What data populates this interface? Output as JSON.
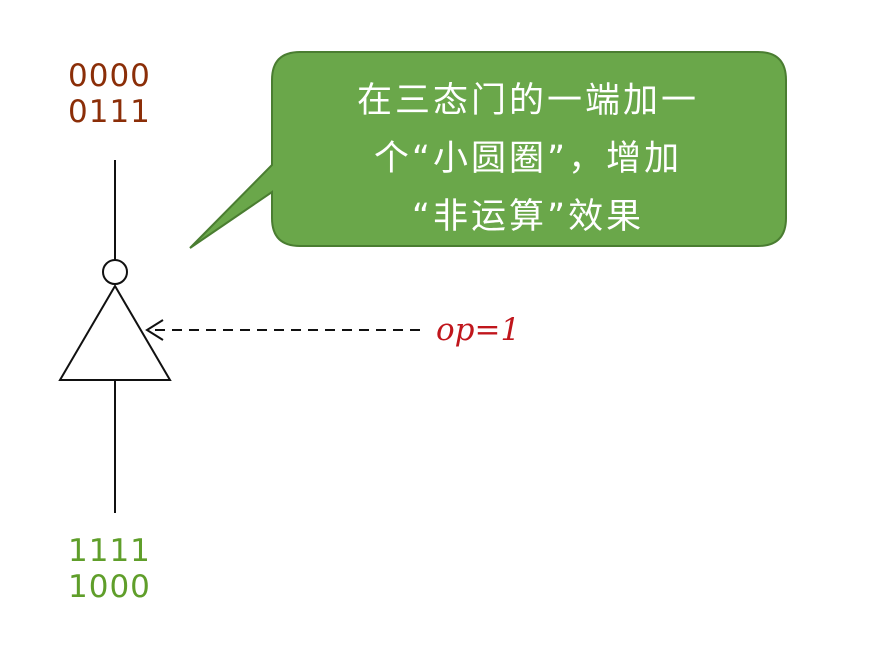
{
  "output_bits": [
    "0000",
    "0111"
  ],
  "input_bits": [
    "1111",
    "1000"
  ],
  "callout": {
    "lines": [
      "在三态门的一端加一",
      "个“小圆圈”，增加",
      "“非运算”效果"
    ],
    "fill_color": "#6aa74a",
    "border_color": "#4a7d31"
  },
  "control_label": "op=1",
  "colors": {
    "output_bits": "#8b2e08",
    "input_bits": "#5f9e2a",
    "control_label": "#c0161c"
  }
}
